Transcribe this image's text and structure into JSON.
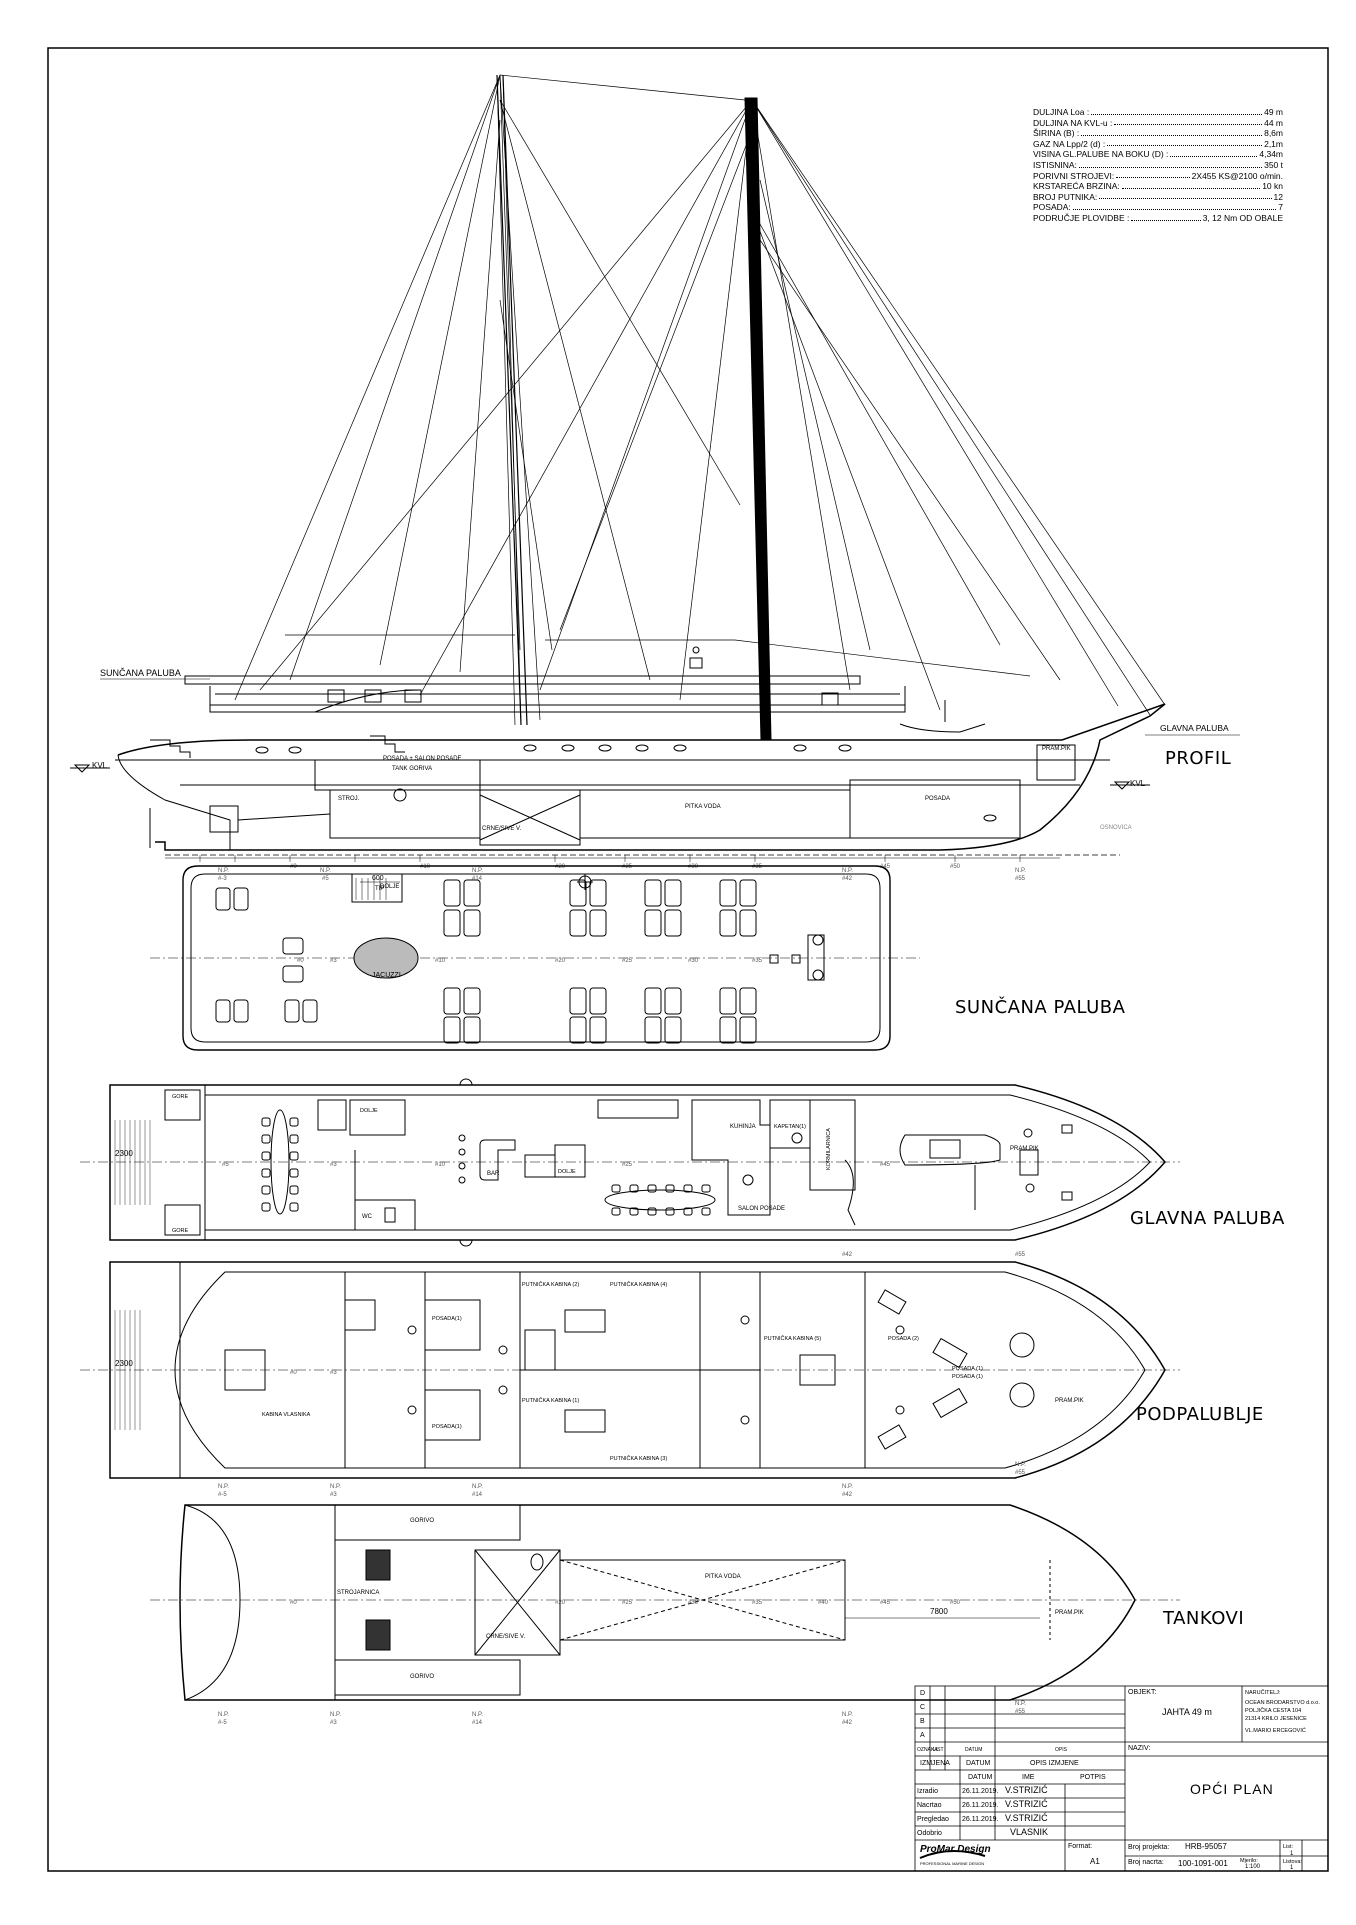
{
  "specs": [
    {
      "label": "DULJINA Loa :",
      "value": "49 m"
    },
    {
      "label": "DULJINA NA KVL-u :",
      "value": "44 m"
    },
    {
      "label": "ŠIRINA (B) :",
      "value": "8,6m"
    },
    {
      "label": "GAZ NA Lpp/2 (d) :",
      "value": "2,1m"
    },
    {
      "label": "VISINA GL.PALUBE NA BOKU (D) :",
      "value": "4,34m"
    },
    {
      "label": "ISTISNINA:",
      "value": "350 t"
    },
    {
      "label": "PORIVNI STROJEVI:",
      "value": "2X455 KS@2100 o/min."
    },
    {
      "label": "KRSTAREĆA BRZINA:",
      "value": "10 kn"
    },
    {
      "label": "BROJ PUTNIKA:",
      "value": "12"
    },
    {
      "label": "POSADA:",
      "value": "7"
    },
    {
      "label": "PODRUČJE PLOVIDBE :",
      "value": "3, 12 Nm OD OBALE"
    }
  ],
  "views": {
    "profil": "PROFIL",
    "suncana": "SUNČANA PALUBA",
    "glavna": "GLAVNA PALUBA",
    "podpalublje": "PODPALUBLJE",
    "tankovi": "TANKOVI"
  },
  "profile_labels": {
    "suncana_paluba": "SUNČANA PALUBA",
    "glavna_paluba": "GLAVNA PALUBA",
    "kvl": "KVL",
    "kvl2": "KVL",
    "pramfik": "PRAM.PIK",
    "posada_salon": "POSADA + SALON POSADE",
    "tank_goriva": "TANK GORIVA",
    "stroj": "STROJ.",
    "pitka_voda": "PITKA VODA",
    "posada": "POSADA",
    "crne_sive": "CRNE/SIVE V.",
    "osnovica": "OSNOVICA",
    "dim_600": "600",
    "tip": "TIP"
  },
  "frames": {
    "fr0": "#0",
    "fr5": "#5",
    "fr10": "#10",
    "fr20": "#20",
    "fr25": "#25",
    "fr30": "#30",
    "fr35": "#35",
    "fr40": "#40",
    "fr45": "#45",
    "fr50": "#50",
    "fr55": "#55",
    "np": "N.P.",
    "npm3": "#-3",
    "npm5": "#-5",
    "np3": "#3",
    "np5": "#5",
    "np14": "#14",
    "np42": "#42",
    "np55": "#55"
  },
  "sun_deck": {
    "jacuzzi": "JACUZZI",
    "dolje": "DOLJE"
  },
  "main_deck": {
    "dim_2300": "2300",
    "dolje": "DOLJE",
    "gore": "GORE",
    "bar": "BAR",
    "wc": "WC",
    "kuhinja": "KUHINJA",
    "kapetan": "KAPETAN(1)",
    "kormilarnica": "KORMILARNICA",
    "salon_posade": "SALON POSADE",
    "pramfik": "PRAM.PIK"
  },
  "lower_deck": {
    "dim_2300": "2300",
    "kabina_vlasnika": "KABINA VLASNIKA",
    "posada1a": "POSADA(1)",
    "posada1b": "POSADA(1)",
    "pk2": "PUTNIČKA KABINA (2)",
    "pk4": "PUTNIČKA KABINA (4)",
    "pk1": "PUTNIČKA KABINA (1)",
    "pk3": "PUTNIČKA KABINA (3)",
    "pk5": "PUTNIČKA KABINA (5)",
    "posada2": "POSADA (2)",
    "posada1c": "POSADA (1)",
    "posada1d": "POSADA (1)",
    "pramfik": "PRAM.PIK"
  },
  "tanks": {
    "gorivo_top": "GORIVO",
    "gorivo_bottom": "GORIVO",
    "strojarnica": "STROJARNICA",
    "crne_sive": "CRNE/SIVE V.",
    "pitka_voda": "PITKA VODA",
    "dim_7800": "7800",
    "pramfik": "PRAM.PIK"
  },
  "title_block": {
    "objekt_label": "OBJEKT:",
    "objekt": "JAHTA 49 m",
    "narucitelj_label": "NARUČITELJ:",
    "narucitelj_lines": [
      "OCEAN BRODARSTVO d.o.o.",
      "POLJIČKA CESTA 104",
      "21314 KRILO JESENICE",
      "VL.MARIO ERCEGOVIĆ"
    ],
    "naziv_label": "NAZIV:",
    "naziv": "OPĆI PLAN",
    "rev_letters": [
      "D",
      "C",
      "B",
      "A"
    ],
    "rev_header": [
      "OZNAKA",
      "LIST",
      "DATUM",
      "OPIS"
    ],
    "izmjena": "IZMJENA",
    "datum": "DATUM",
    "opis_izmjene": "OPIS IZMJENE",
    "col_datum": "DATUM",
    "col_ime": "IME",
    "col_potpis": "POTPIS",
    "people": [
      {
        "role": "Izradio",
        "date": "26.11.2019.",
        "name": "V.STRIZIĆ"
      },
      {
        "role": "Nacrtao",
        "date": "26.11.2019.",
        "name": "V.STRIZIĆ"
      },
      {
        "role": "Pregledao",
        "date": "26.11.2019.",
        "name": "V.STRIZIĆ"
      },
      {
        "role": "Odobrio",
        "date": "",
        "name": "VLASNIK"
      }
    ],
    "company": "ProMar Design",
    "company_sub": "PROFESSIONAL MARINE DESIGN",
    "format_label": "Format:",
    "format": "A1",
    "broj_projekta_label": "Broj projekta:",
    "broj_projekta": "HRB-95057",
    "broj_nacrta_label": "Broj nacrta:",
    "broj_nacrta": "100-1091-001",
    "mjerilo_label": "Mjerilo:",
    "mjerilo": "1:100",
    "list_label": "List:",
    "list": "1",
    "listova_label": "Listova:",
    "listova": "1"
  }
}
